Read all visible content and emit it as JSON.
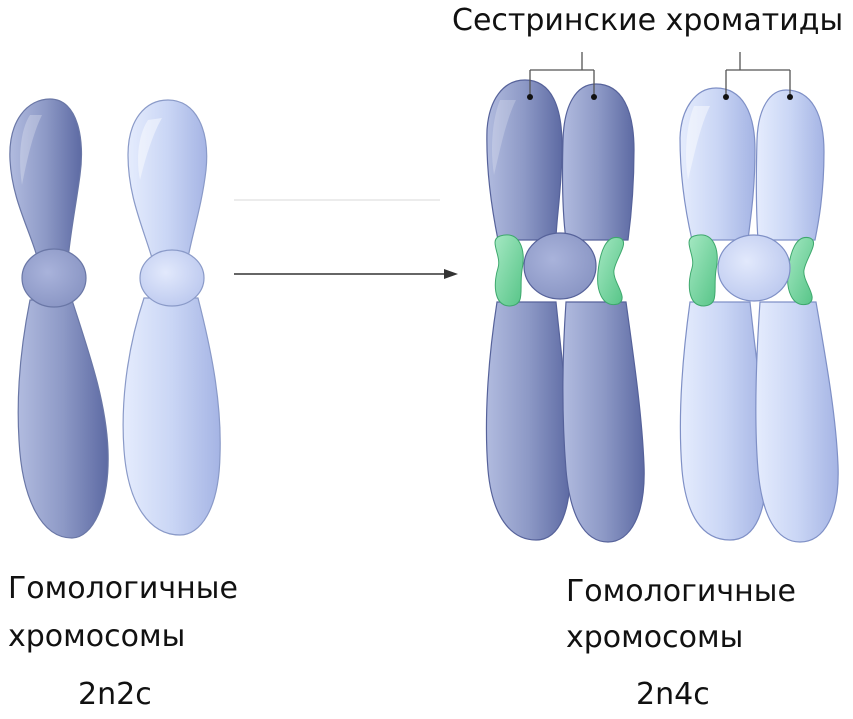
{
  "labels": {
    "sister_chromatids": "Сестринские хроматиды"
  },
  "left_group": {
    "caption_line1": "Гомологичные",
    "caption_line2": "хромосомы",
    "formula": "2n2c"
  },
  "right_group": {
    "caption_line1": "Гомологичные",
    "caption_line2": "хромосомы",
    "formula": "2n4c"
  },
  "colors": {
    "dark_chromosome": "#8b97c4",
    "light_chromosome": "#c9d5f3",
    "cohesin": "#7fd8a6",
    "outline": "#5a6791",
    "arrow": "#333333"
  }
}
